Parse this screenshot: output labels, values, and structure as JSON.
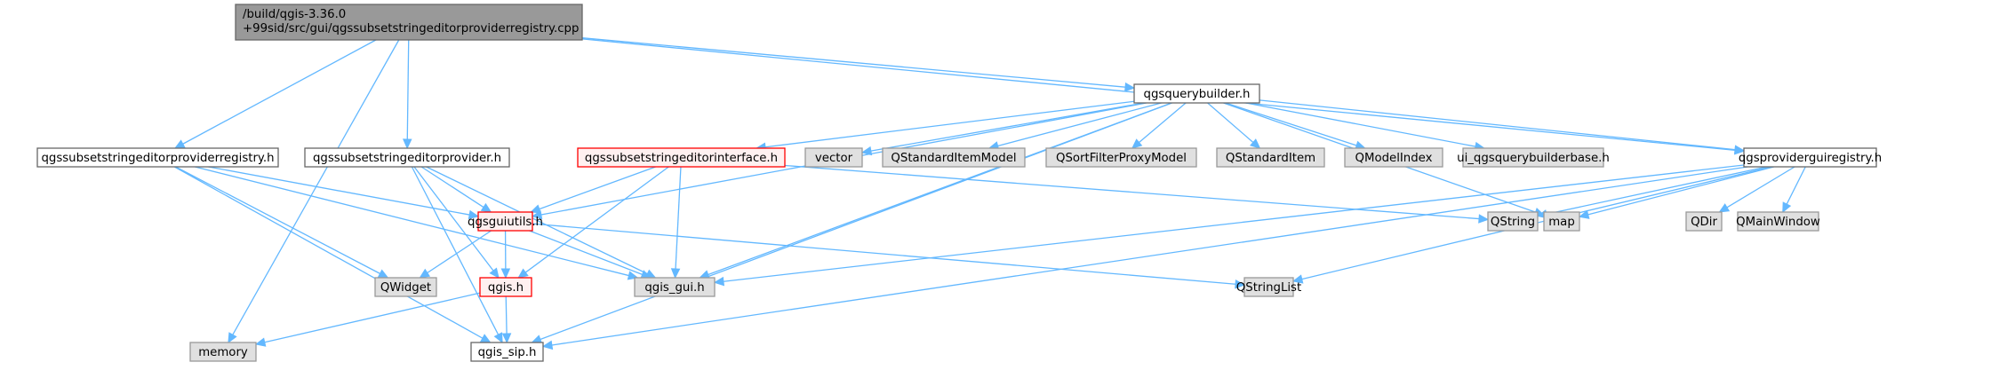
{
  "diagram": {
    "type": "include-dependency-graph",
    "colors": {
      "edge": "#63b8ff",
      "root_fill": "#999999",
      "root_border": "#666666",
      "file_fill": "#ffffff",
      "file_border": "#666666",
      "external_fill": "#e0e0e0",
      "external_border": "#999999",
      "incomplete_fill": "#fff0f0",
      "incomplete_border": "#ff0000"
    },
    "nodes": [
      {
        "id": "root",
        "kind": "root",
        "lines": [
          "/build/qgis-3.36.0",
          "+99sid/src/gui/qgssubsetstringeditorproviderregistry.cpp"
        ]
      },
      {
        "id": "querybuilder",
        "kind": "file",
        "lines": [
          "qgsquerybuilder.h"
        ]
      },
      {
        "id": "registry_h",
        "kind": "file",
        "lines": [
          "qgssubsetstringeditorproviderregistry.h"
        ]
      },
      {
        "id": "provider_h",
        "kind": "file",
        "lines": [
          "qgssubsetstringeditorprovider.h"
        ]
      },
      {
        "id": "interface_h",
        "kind": "incomplete",
        "lines": [
          "qgssubsetstringeditorinterface.h"
        ]
      },
      {
        "id": "vector",
        "kind": "external",
        "lines": [
          "vector"
        ]
      },
      {
        "id": "qstandarditemmodel",
        "kind": "external",
        "lines": [
          "QStandardItemModel"
        ]
      },
      {
        "id": "qsortfilterproxymodel",
        "kind": "external",
        "lines": [
          "QSortFilterProxyModel"
        ]
      },
      {
        "id": "qstandarditem",
        "kind": "external",
        "lines": [
          "QStandardItem"
        ]
      },
      {
        "id": "qmodelindex",
        "kind": "external",
        "lines": [
          "QModelIndex"
        ]
      },
      {
        "id": "ui_base",
        "kind": "external",
        "lines": [
          "ui_qgsquerybuilderbase.h"
        ]
      },
      {
        "id": "guiregistry",
        "kind": "file",
        "lines": [
          "qgsproviderguiregistry.h"
        ]
      },
      {
        "id": "guiutils",
        "kind": "incomplete",
        "lines": [
          "qgsguiutils.h"
        ]
      },
      {
        "id": "qstring",
        "kind": "external",
        "lines": [
          "QString"
        ]
      },
      {
        "id": "map",
        "kind": "external",
        "lines": [
          "map"
        ]
      },
      {
        "id": "qdir",
        "kind": "external",
        "lines": [
          "QDir"
        ]
      },
      {
        "id": "qmainwindow",
        "kind": "external",
        "lines": [
          "QMainWindow"
        ]
      },
      {
        "id": "qwidget",
        "kind": "external",
        "lines": [
          "QWidget"
        ]
      },
      {
        "id": "qgis_h",
        "kind": "incomplete",
        "lines": [
          "qgis.h"
        ]
      },
      {
        "id": "qgis_gui",
        "kind": "external",
        "lines": [
          "qgis_gui.h"
        ]
      },
      {
        "id": "qstringlist",
        "kind": "external",
        "lines": [
          "QStringList"
        ]
      },
      {
        "id": "memory",
        "kind": "external",
        "lines": [
          "memory"
        ]
      },
      {
        "id": "qgis_sip",
        "kind": "file",
        "lines": [
          "qgis_sip.h"
        ]
      }
    ],
    "edges": [
      [
        "root",
        "memory"
      ],
      [
        "root",
        "registry_h"
      ],
      [
        "root",
        "provider_h"
      ],
      [
        "root",
        "querybuilder"
      ],
      [
        "root",
        "guiregistry"
      ],
      [
        "registry_h",
        "guiutils"
      ],
      [
        "registry_h",
        "qwidget"
      ],
      [
        "registry_h",
        "qgis_gui"
      ],
      [
        "registry_h",
        "qgis_sip"
      ],
      [
        "provider_h",
        "guiutils"
      ],
      [
        "provider_h",
        "qgis_h"
      ],
      [
        "provider_h",
        "qgis_gui"
      ],
      [
        "provider_h",
        "qgis_sip"
      ],
      [
        "querybuilder",
        "interface_h"
      ],
      [
        "querybuilder",
        "vector"
      ],
      [
        "querybuilder",
        "qstandarditemmodel"
      ],
      [
        "querybuilder",
        "qsortfilterproxymodel"
      ],
      [
        "querybuilder",
        "qstandarditem"
      ],
      [
        "querybuilder",
        "qmodelindex"
      ],
      [
        "querybuilder",
        "ui_base"
      ],
      [
        "querybuilder",
        "guiregistry"
      ],
      [
        "querybuilder",
        "guiutils"
      ],
      [
        "querybuilder",
        "qgis_gui"
      ],
      [
        "querybuilder",
        "map"
      ],
      [
        "querybuilder",
        "qgis_sip"
      ],
      [
        "interface_h",
        "guiutils"
      ],
      [
        "interface_h",
        "qgis_h"
      ],
      [
        "interface_h",
        "qgis_gui"
      ],
      [
        "interface_h",
        "qstring"
      ],
      [
        "guiutils",
        "qwidget"
      ],
      [
        "guiutils",
        "qgis_h"
      ],
      [
        "guiutils",
        "qgis_gui"
      ],
      [
        "guiutils",
        "qstringlist"
      ],
      [
        "qgis_h",
        "memory"
      ],
      [
        "qgis_h",
        "qgis_sip"
      ],
      [
        "guiregistry",
        "qstring"
      ],
      [
        "guiregistry",
        "map"
      ],
      [
        "guiregistry",
        "qdir"
      ],
      [
        "guiregistry",
        "qmainwindow"
      ],
      [
        "guiregistry",
        "qgis_gui"
      ],
      [
        "guiregistry",
        "qstringlist"
      ],
      [
        "guiregistry",
        "qgis_sip"
      ]
    ]
  }
}
